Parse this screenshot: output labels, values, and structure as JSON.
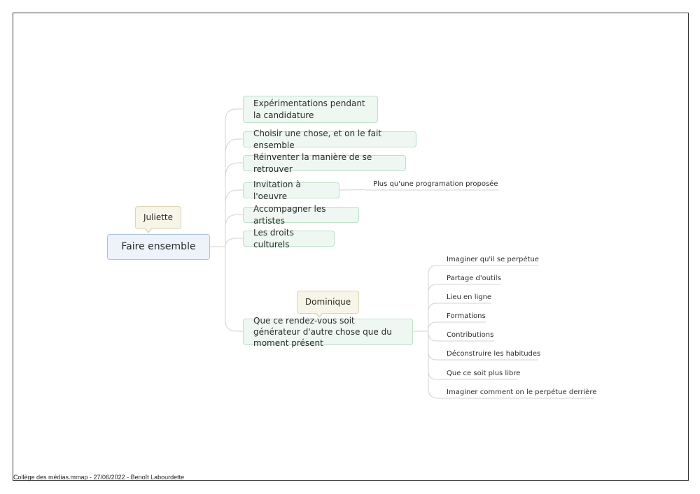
{
  "root": {
    "label": "Faire ensemble"
  },
  "root_callout": {
    "label": "Juliette"
  },
  "branches": [
    {
      "label": "Expérimentations pendant la candidature"
    },
    {
      "label": "Choisir une chose, et on le fait ensemble"
    },
    {
      "label": "Réinventer la manière de se retrouver"
    },
    {
      "label": "Invitation à l'oeuvre"
    },
    {
      "label": "Accompagner les artistes"
    },
    {
      "label": "Les droits culturels"
    },
    {
      "label": "Que ce rendez-vous soit générateur d'autre chose que du moment présent"
    }
  ],
  "branch_callout": {
    "label": "Dominique"
  },
  "invitation_note": {
    "label": "Plus qu'une programation proposée"
  },
  "subtopics": [
    {
      "label": "Imaginer qu'il se perpétue"
    },
    {
      "label": "Partage d'outils"
    },
    {
      "label": "Lieu en ligne"
    },
    {
      "label": "Formations"
    },
    {
      "label": "Contributions"
    },
    {
      "label": "Déconstruire les habitudes"
    },
    {
      "label": "Que ce soit plus libre"
    },
    {
      "label": "Imaginer comment on le perpétue derrière"
    }
  ],
  "footer": {
    "text": "Collège des médias.mmap - 27/06/2022 - Benoît Labourdette"
  },
  "colors": {
    "branch_fill": "#eef7f1",
    "branch_border": "#bfe0c9",
    "root_fill": "#eef3fb",
    "root_border": "#aac3e4",
    "callout_fill": "#f7f4e8",
    "callout_border": "#ddd5b5",
    "connector": "#d3d3d3"
  }
}
